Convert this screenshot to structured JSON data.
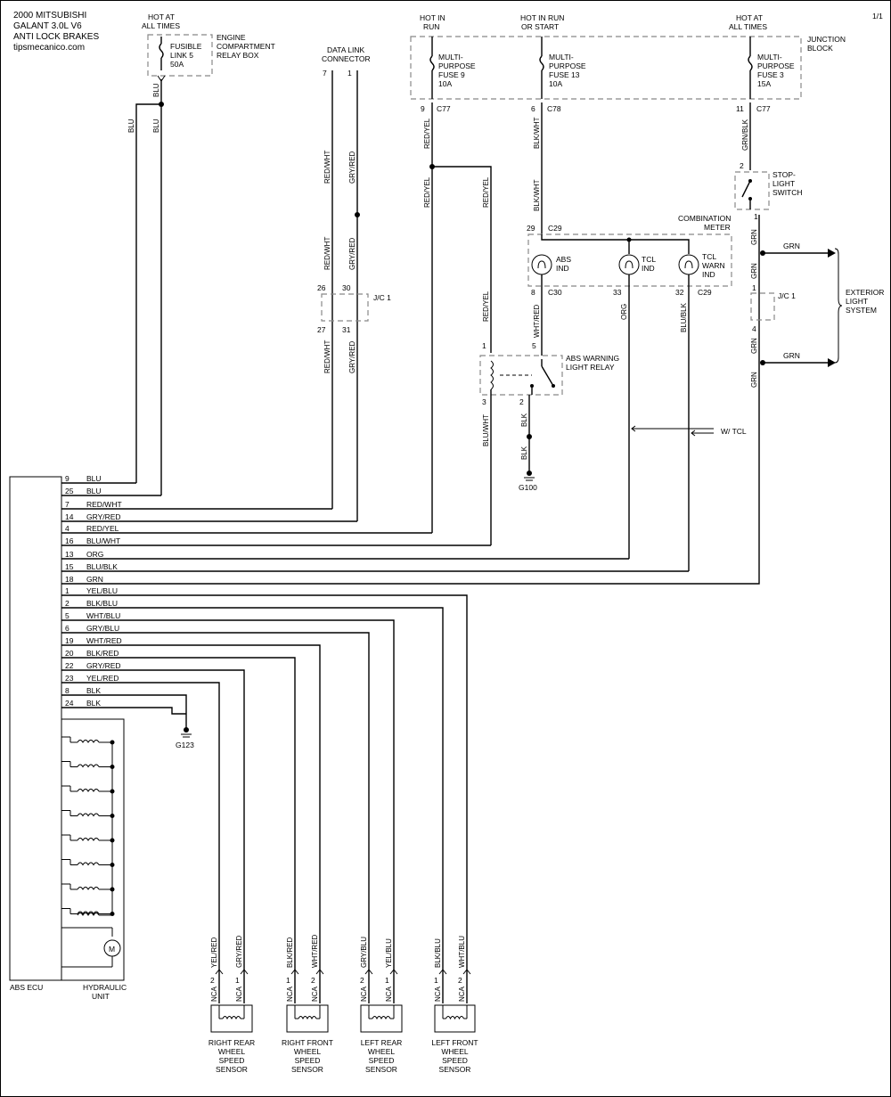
{
  "header": {
    "lines": [
      "2000 MITSUBISHI",
      "GALANT 3.0L  V6",
      "ANTI LOCK BRAKES",
      "tipsmecanico.com"
    ]
  },
  "page_no": "1/1",
  "power": {
    "hot_at_all_times": [
      "HOT AT",
      "ALL TIMES"
    ],
    "hot_in_run": [
      "HOT IN",
      "RUN"
    ],
    "hot_in_run_or_start": [
      "HOT IN RUN",
      "OR START"
    ]
  },
  "fusible_link": [
    "FUSIBLE",
    "LINK 5",
    "50A"
  ],
  "engine_relay_box": [
    "ENGINE",
    "COMPARTMENT",
    "RELAY BOX"
  ],
  "data_link": [
    "DATA LINK",
    "CONNECTOR"
  ],
  "junction_block": [
    "JUNCTION",
    "BLOCK"
  ],
  "fuses": [
    {
      "lines": [
        "MULTI-",
        "PURPOSE",
        "FUSE 9",
        "10A"
      ],
      "pin": "9",
      "conn": "C77"
    },
    {
      "lines": [
        "MULTI-",
        "PURPOSE",
        "FUSE 13",
        "10A"
      ],
      "pin": "6",
      "conn": "C78"
    },
    {
      "lines": [
        "MULTI-",
        "PURPOSE",
        "FUSE 3",
        "15A"
      ],
      "pin": "11",
      "conn": "C77"
    }
  ],
  "stoplight": [
    "STOP-",
    "LIGHT",
    "SWITCH"
  ],
  "combination_meter": [
    "COMBINATION",
    "METER"
  ],
  "indicators": [
    [
      "ABS",
      "IND"
    ],
    [
      "TCL",
      "IND"
    ],
    [
      "TCL",
      "WARN",
      "IND"
    ]
  ],
  "connectors": {
    "c29": "C29",
    "c30": "C30",
    "jc1": "J/C 1"
  },
  "abs_relay": [
    "ABS WARNING",
    "LIGHT RELAY"
  ],
  "exterior": [
    "EXTERIOR",
    "LIGHT",
    "SYSTEM"
  ],
  "w_tcl": "W/ TCL",
  "grounds": {
    "g100": "G100",
    "g123": "G123"
  },
  "ecu": "ABS ECU",
  "hydraulic": [
    "HYDRAULIC",
    "UNIT"
  ],
  "motor": "M",
  "nca": "NCA",
  "pins": {
    "dl7": "7",
    "dl1": "1",
    "jc26": "26",
    "jc30": "30",
    "jc27": "27",
    "jc31": "31",
    "c29_29": "29",
    "c30_8": "8",
    "p33": "33",
    "p32": "32",
    "sw2": "2",
    "sw1": "1",
    "jc1_1": "1",
    "jc1_4": "4",
    "rl1": "1",
    "rl5": "5",
    "rl3": "3",
    "rl2": "2"
  },
  "wire_labels": {
    "blu": "BLU",
    "red_wht": "RED/WHT",
    "gry_red": "GRY/RED",
    "red_yel": "RED/YEL",
    "blk_wht": "BLK/WHT",
    "grn_blk": "GRN/BLK",
    "grn": "GRN",
    "wht_red": "WHT/RED",
    "org": "ORG",
    "blu_blk": "BLU/BLK",
    "blu_wht": "BLU/WHT",
    "blk": "BLK",
    "yel_red": "YEL/RED",
    "blk_red": "BLK/RED",
    "gry_blu": "GRY/BLU",
    "yel_blu": "YEL/BLU",
    "blk_blu": "BLK/BLU",
    "wht_blu": "WHT/BLU"
  },
  "ecu_pins": [
    {
      "pin": "9",
      "wire": "BLU"
    },
    {
      "pin": "25",
      "wire": "BLU"
    },
    {
      "pin": "7",
      "wire": "RED/WHT"
    },
    {
      "pin": "14",
      "wire": "GRY/RED"
    },
    {
      "pin": "4",
      "wire": "RED/YEL"
    },
    {
      "pin": "16",
      "wire": "BLU/WHT"
    },
    {
      "pin": "13",
      "wire": "ORG"
    },
    {
      "pin": "15",
      "wire": "BLU/BLK"
    },
    {
      "pin": "18",
      "wire": "GRN"
    },
    {
      "pin": "1",
      "wire": "YEL/BLU"
    },
    {
      "pin": "2",
      "wire": "BLK/BLU"
    },
    {
      "pin": "5",
      "wire": "WHT/BLU"
    },
    {
      "pin": "6",
      "wire": "GRY/BLU"
    },
    {
      "pin": "19",
      "wire": "WHT/RED"
    },
    {
      "pin": "20",
      "wire": "BLK/RED"
    },
    {
      "pin": "22",
      "wire": "GRY/RED"
    },
    {
      "pin": "23",
      "wire": "YEL/RED"
    },
    {
      "pin": "8",
      "wire": "BLK"
    },
    {
      "pin": "24",
      "wire": "BLK"
    }
  ],
  "sensors": [
    {
      "name": [
        "RIGHT REAR",
        "WHEEL",
        "SPEED",
        "SENSOR"
      ],
      "wires": [
        "YEL/RED",
        "GRY/RED"
      ],
      "pins": [
        "2",
        "1"
      ]
    },
    {
      "name": [
        "RIGHT FRONT",
        "WHEEL",
        "SPEED",
        "SENSOR"
      ],
      "wires": [
        "BLK/RED",
        "WHT/RED"
      ],
      "pins": [
        "1",
        "2"
      ]
    },
    {
      "name": [
        "LEFT REAR",
        "WHEEL",
        "SPEED",
        "SENSOR"
      ],
      "wires": [
        "GRY/BLU",
        "YEL/BLU"
      ],
      "pins": [
        "2",
        "1"
      ]
    },
    {
      "name": [
        "LEFT FRONT",
        "WHEEL",
        "SPEED",
        "SENSOR"
      ],
      "wires": [
        "BLK/BLU",
        "WHT/BLU"
      ],
      "pins": [
        "1",
        "2"
      ]
    }
  ]
}
